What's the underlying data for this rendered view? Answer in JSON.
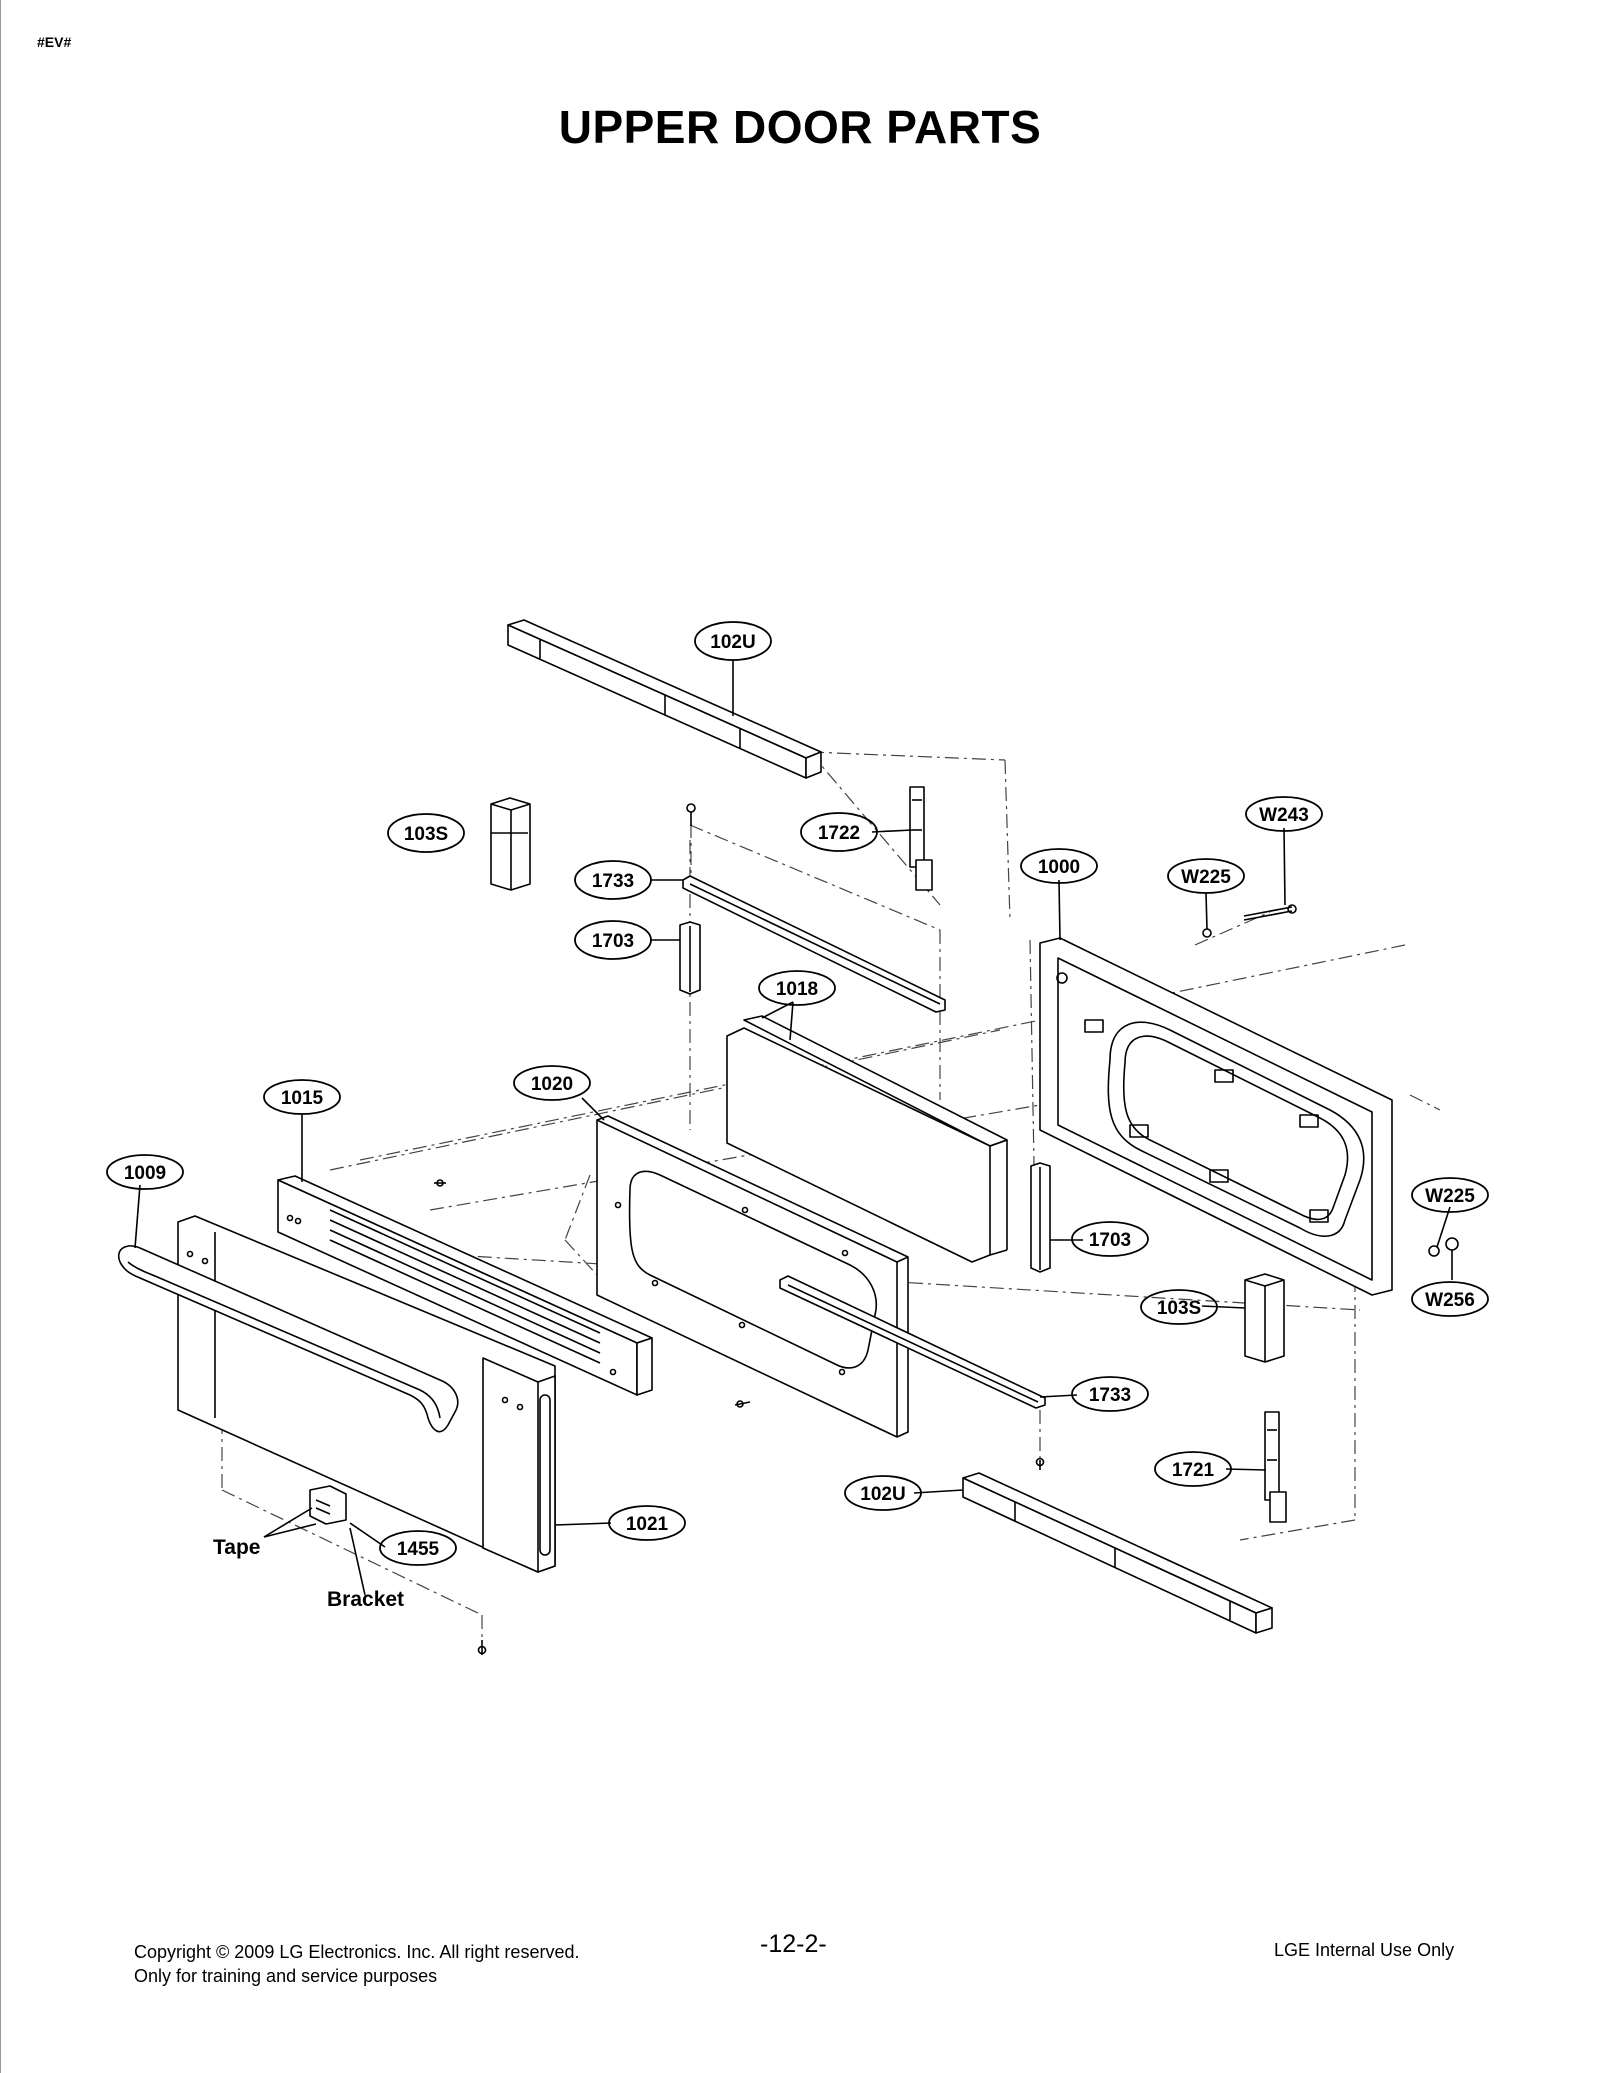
{
  "header": {
    "tag": "#EV#",
    "title": "UPPER DOOR PARTS"
  },
  "callouts": {
    "c102u_top": "102U",
    "c103s_left": "103S",
    "c1722": "1722",
    "w243": "W243",
    "c1733_top": "1733",
    "c1000": "1000",
    "w225_top": "W225",
    "c1703_left": "1703",
    "c1018": "1018",
    "c1020": "1020",
    "c1015": "1015",
    "c1009": "1009",
    "w225_right": "W225",
    "c1703_right": "1703",
    "c103s_right": "103S",
    "w256": "W256",
    "c1733_bottom": "1733",
    "c1721": "1721",
    "c102u_bottom": "102U",
    "c1021": "1021",
    "c1455": "1455"
  },
  "labels": {
    "tape": "Tape",
    "bracket": "Bracket"
  },
  "footer": {
    "copyright": "Copyright © 2009 LG Electronics. Inc. All right reserved.",
    "note": "Only for training and service purposes",
    "page": "-12-2-",
    "internal": "LGE Internal Use Only"
  }
}
